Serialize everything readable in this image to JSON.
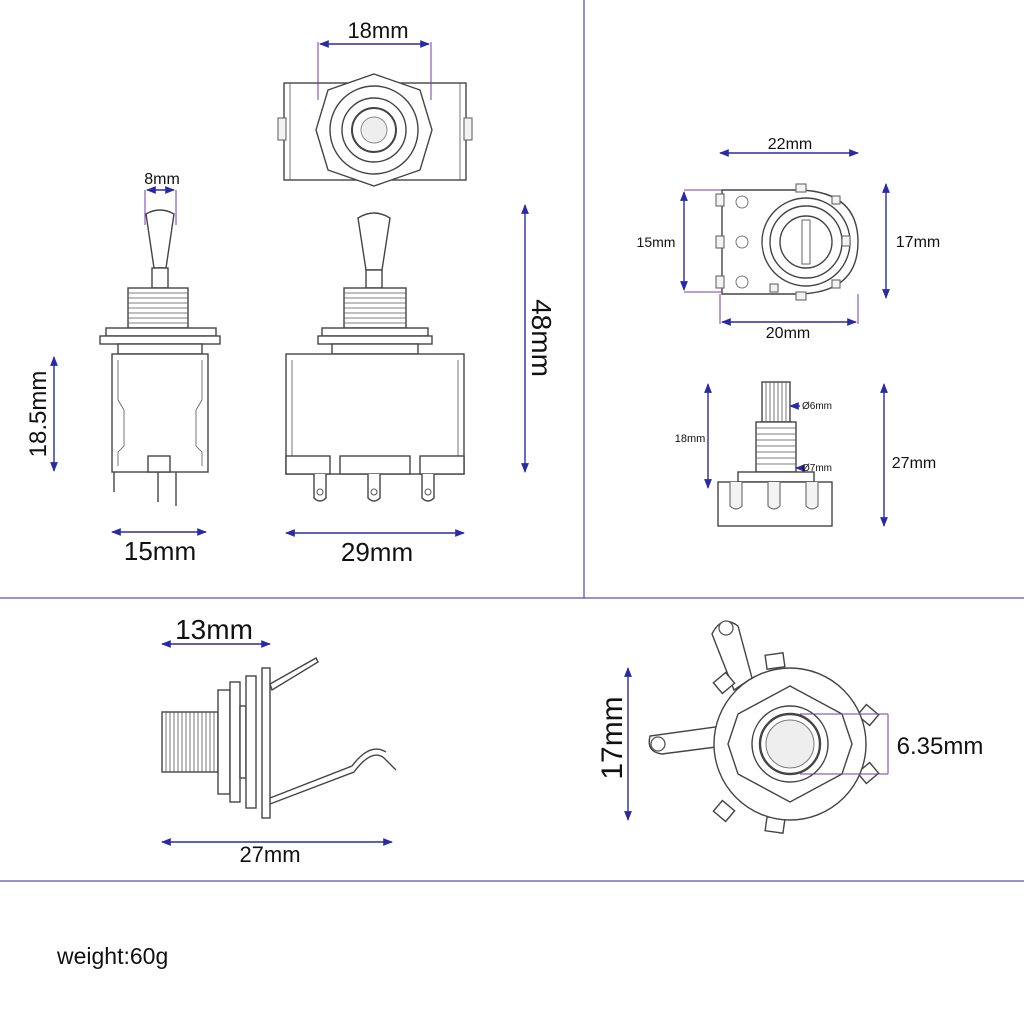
{
  "toggle_switch": {
    "top_width": "18mm",
    "lever_width": "8mm",
    "body_height": "18.5mm",
    "total_height": "48mm",
    "side_width": "15mm",
    "front_width": "29mm"
  },
  "potentiometer": {
    "top_width": "22mm",
    "height_left": "15mm",
    "height_right": "17mm",
    "bottom_width": "20mm",
    "shaft_diameter": "Ø6mm",
    "thread_diameter": "Ø7mm",
    "shaft_height": "18mm",
    "total_height": "27mm"
  },
  "jack": {
    "thread_length": "13mm",
    "total_length": "27mm",
    "height": "17mm",
    "plug_diameter": "6.35mm"
  },
  "weight": "weight:60g",
  "colors": {
    "dimension_line": "#2a2aa8",
    "divider_line": "#2a2aa8",
    "outline": "#444444"
  }
}
